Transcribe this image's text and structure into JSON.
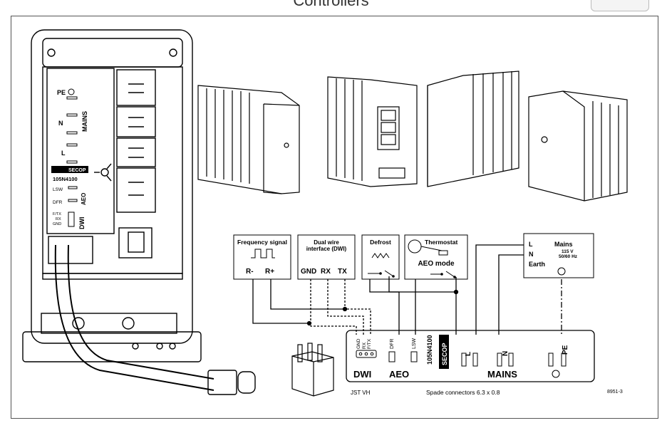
{
  "header": {
    "title": "Controllers"
  },
  "controller": {
    "pe": "PE",
    "mains": "MAINS",
    "n": "N",
    "l": "L",
    "brand": "SECOP",
    "model": "105N4100",
    "lsw": "LSW",
    "aeo": "AEO",
    "dfr": "DFR",
    "ftx": "F/TX",
    "rx": "RX",
    "gnd": "GND",
    "dwi": "DWI"
  },
  "boxes": {
    "freq": {
      "title": "Frequency signal",
      "rminus": "R-",
      "rplus": "R+"
    },
    "dwi": {
      "title": "Dual wire",
      "title2": "interface (DWI)",
      "gnd": "GND",
      "rx": "RX",
      "tx": "TX"
    },
    "defrost": {
      "title": "Defrost"
    },
    "thermo": {
      "title": "Thermostat",
      "mode": "AEO mode"
    },
    "mains": {
      "l": "L",
      "n": "N",
      "earth": "Earth",
      "title": "Mains",
      "v": "115 V",
      "hz": "50/60 Hz"
    }
  },
  "strip": {
    "ftx": "F/TX",
    "rx": "RX",
    "gnd": "GND",
    "dfr": "DFR",
    "lsw": "LSW",
    "model": "105N4100",
    "brand": "SECOP",
    "l": "L",
    "n": "N",
    "pe": "PE",
    "dwi": "DWI",
    "aeo": "AEO",
    "mains": "MAINS"
  },
  "footer": {
    "jst": "JST VH",
    "spade": "Spade connectors 6.3 x 0.8",
    "code": "8951-3"
  }
}
